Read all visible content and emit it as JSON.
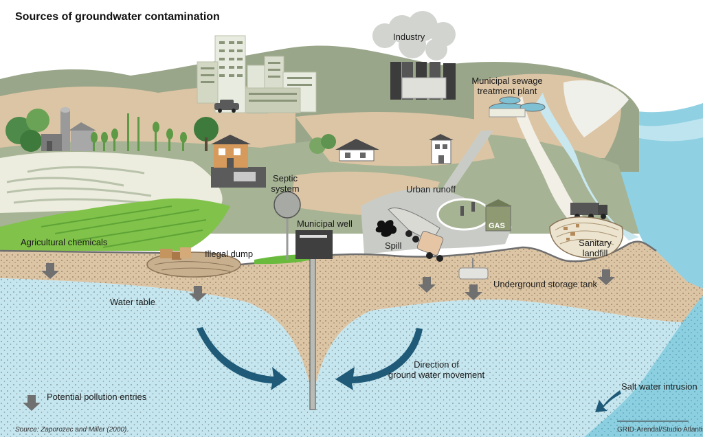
{
  "title": "Sources of groundwater contamination",
  "labels": {
    "industry": "Industry",
    "sewage_line1": "Municipal sewage",
    "sewage_line2": "treatment plant",
    "septic_line1": "Septic",
    "septic_line2": "system",
    "urban_runoff": "Urban runoff",
    "municipal_well": "Municipal well",
    "agricultural_chemicals": "Agricultural chemicals",
    "illegal_dump": "Illegal dump",
    "spill": "Spill",
    "gas": "GAS",
    "sanitary_line1": "Sanitary",
    "sanitary_line2": "landfill",
    "underground_tank": "Underground storage tank",
    "water_table": "Water table",
    "direction_line1": "Direction of",
    "direction_line2": "ground water movement",
    "salt_water": "Salt water intrusion",
    "legend_entries": "Potential pollution entries"
  },
  "source": "Source: Zaporozec and Miller (2000).",
  "credit": "GRID-Arendal/Studio Atlantis",
  "colors": {
    "groundwater": "#c6e6ef",
    "sea": "#8ccfe0",
    "soil": "#dcc5a5",
    "land": "#9aa98a",
    "field_green": "#7ec24a",
    "arrow_blue": "#1f5a78",
    "marker_gray": "#707070"
  }
}
